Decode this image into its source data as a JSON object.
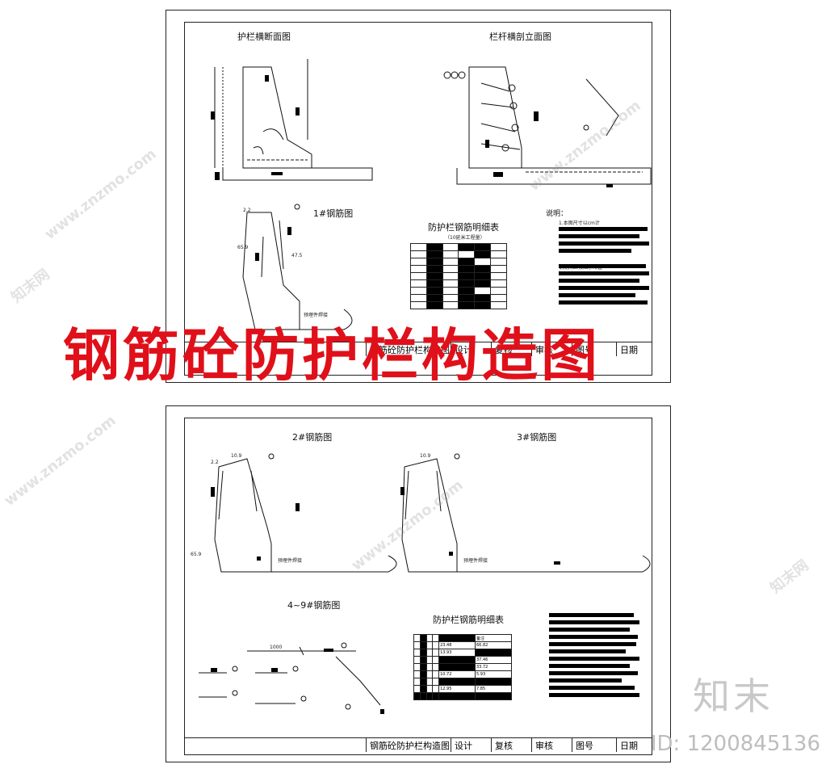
{
  "sheet1": {
    "section_title": "护栏横断面图",
    "elevation_title": "栏杆横剖立面图",
    "rebar1_title": "1#钢筋图",
    "table_title": "防护栏钢筋明细表",
    "table_subtitle": "（10延米工程量）",
    "notes_label": "说明：",
    "note_line_1": "1.本图尺寸以cm计",
    "note_line_2": "钢筋间距按图示布置",
    "dim_left": "65.9",
    "dim_right": "47.5",
    "dim_small": "2.2",
    "embed_label": "预埋件焊接",
    "title_block": {
      "name": "钢筋砼防护栏构造图",
      "design": "设计",
      "check": "复核",
      "review": "审核",
      "drawing_no": "图号",
      "date": "日期"
    }
  },
  "sheet2": {
    "rebar2_title": "2#钢筋图",
    "rebar3_title": "3#钢筋图",
    "rebar49_title": "4~9#钢筋图",
    "table_title": "防护栏钢筋明细表",
    "dim_top_2": "10.9",
    "dim_top_3": "10.9",
    "dim_small": "2.2",
    "dim_left": "65.9",
    "dim_len": "1000",
    "embed_label": "预埋件焊接",
    "col_total": "备注",
    "row_values": [
      "23.48",
      "66.82",
      "13.93",
      "37.46",
      "33.72",
      "10.72",
      "5.93",
      "12.95",
      "7.85"
    ],
    "title_block": {
      "name": "钢筋砼防护栏构造图",
      "design": "设计",
      "check": "复核",
      "review": "审核",
      "drawing_no": "图号",
      "date": "日期"
    }
  },
  "overlay": {
    "banner": "钢筋砼防护栏构造图",
    "brand": "知末",
    "id_text": "ID: 1200845136",
    "watermark": "www.znzmo.com",
    "watermark_logo": "知末网"
  }
}
